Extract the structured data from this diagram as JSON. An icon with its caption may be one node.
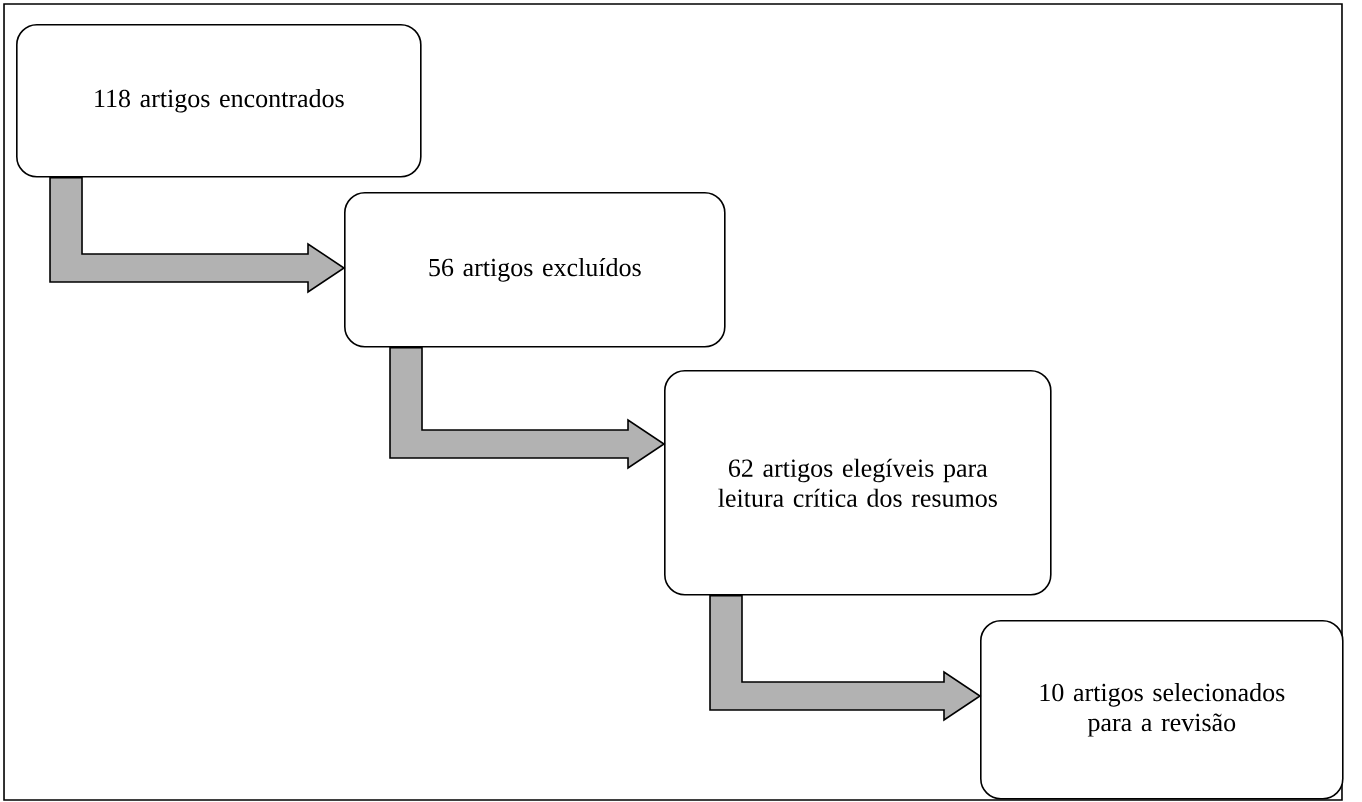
{
  "diagram": {
    "nodes": [
      {
        "text": [
          "118 artigos encontrados"
        ]
      },
      {
        "text": [
          "56 artigos excluídos"
        ]
      },
      {
        "text": [
          "62 artigos elegíveis para leitura crítica dos resumos"
        ]
      },
      {
        "text": [
          "10 artigos selecionados para a revisão"
        ]
      }
    ],
    "edges": [
      {
        "from": 0,
        "to": 1,
        "arrow": "to"
      },
      {
        "from": 1,
        "to": 2,
        "arrow": "to"
      },
      {
        "from": 2,
        "to": 3,
        "arrow": "to"
      }
    ]
  }
}
